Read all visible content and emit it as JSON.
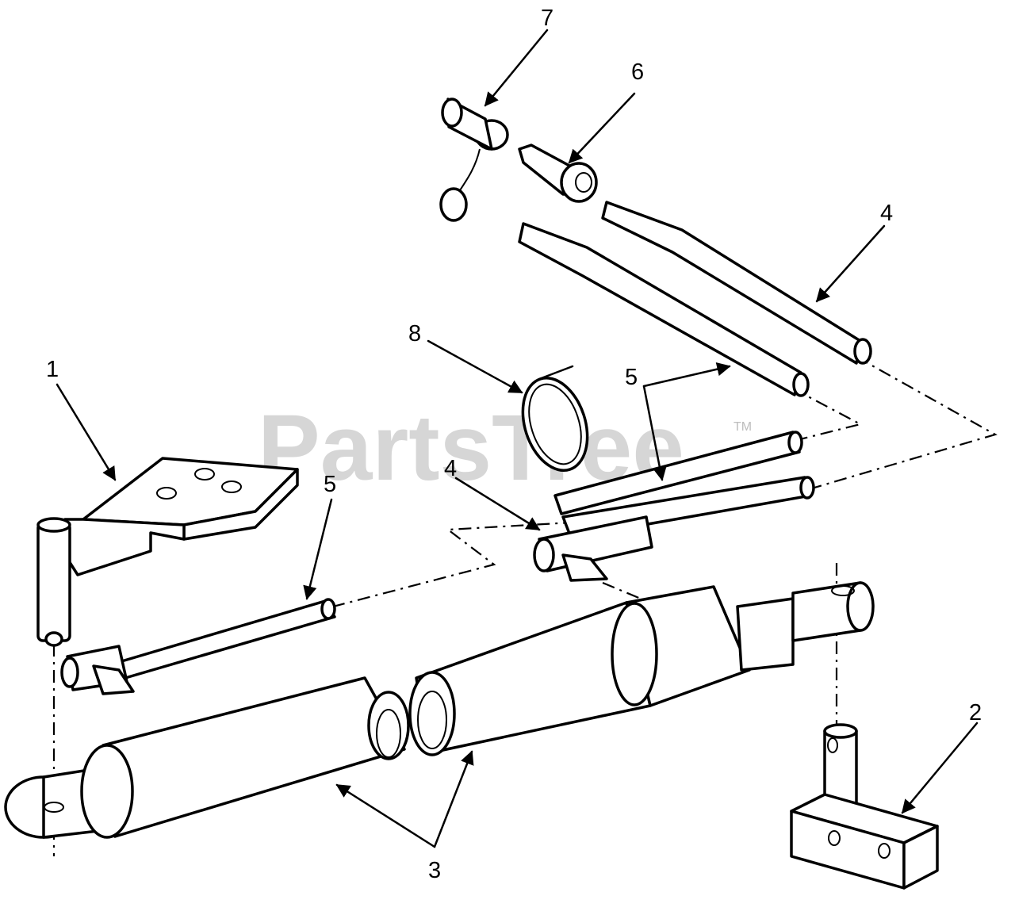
{
  "watermark": {
    "text": "PartsTree",
    "trademark": "TM"
  },
  "callouts": [
    {
      "id": "callout-1",
      "label": "1"
    },
    {
      "id": "callout-2",
      "label": "2"
    },
    {
      "id": "callout-3",
      "label": "3"
    },
    {
      "id": "callout-4-top",
      "label": "4"
    },
    {
      "id": "callout-4-mid",
      "label": "4"
    },
    {
      "id": "callout-5-left",
      "label": "5"
    },
    {
      "id": "callout-5-right",
      "label": "5"
    },
    {
      "id": "callout-6",
      "label": "6"
    },
    {
      "id": "callout-7",
      "label": "7"
    },
    {
      "id": "callout-8",
      "label": "8"
    }
  ],
  "colors": {
    "ink": "#000000",
    "paper": "#ffffff",
    "watermark": "#c8c8c8"
  }
}
